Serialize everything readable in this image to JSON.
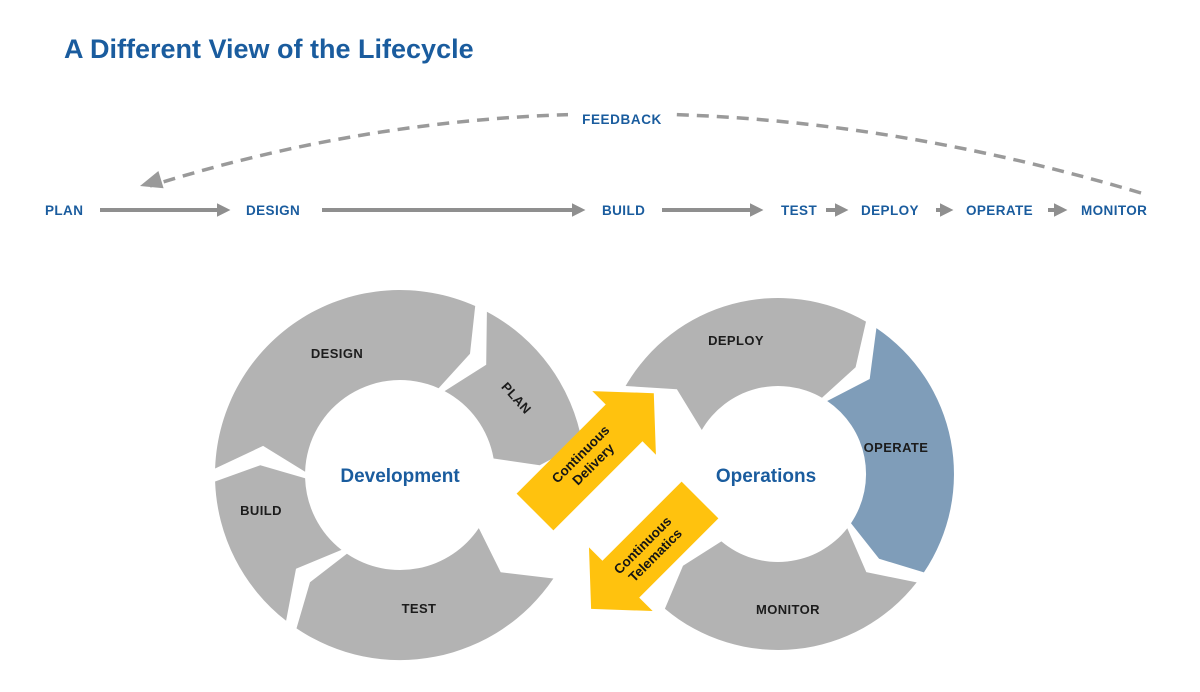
{
  "title": "A Different View of the Lifecycle",
  "colors": {
    "accent_blue": "#1A5C9E",
    "segment_gray": "#B3B3B3",
    "steel_blue": "#7F9DB9",
    "gold": "#FFC20E",
    "connector_gray": "#8F8F8F"
  },
  "flow": {
    "feedback_label": "FEEDBACK",
    "steps": [
      "PLAN",
      "DESIGN",
      "BUILD",
      "TEST",
      "DEPLOY",
      "OPERATE",
      "MONITOR"
    ]
  },
  "development_loop": {
    "center_label": "Development",
    "segment_labels": {
      "design": "DESIGN",
      "plan": "PLAN",
      "build": "BUILD",
      "test": "TEST"
    }
  },
  "operations_loop": {
    "center_label": "Operations",
    "segment_labels": {
      "deploy": "DEPLOY",
      "operate": "OPERATE",
      "monitor": "MONITOR"
    }
  },
  "connectors": {
    "delivery": {
      "line1": "Continuous",
      "line2": "Delivery"
    },
    "telematics": {
      "line1": "Continuous",
      "line2": "Telematics"
    }
  }
}
